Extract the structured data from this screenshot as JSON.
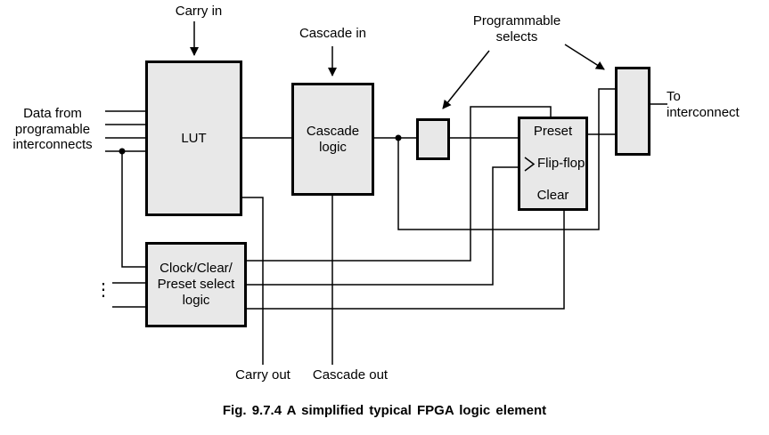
{
  "caption": "Fig. 9.7.4 A simplified typical FPGA logic element",
  "blocks": {
    "lut": {
      "label": "LUT"
    },
    "cascade_logic": {
      "label": "Cascade\nlogic"
    },
    "flip_flop": {
      "preset": "Preset",
      "name": "Flip-flop",
      "clear": "Clear"
    },
    "clock_select": {
      "label": "Clock/Clear/\nPreset select\nlogic"
    }
  },
  "labels": {
    "carry_in": "Carry in",
    "cascade_in": "Cascade in",
    "programmable_selects": "Programmable\nselects",
    "data_inputs": "Data from\nprogramable\ninterconnects",
    "to_interconnect": "To\ninterconnect",
    "carry_out": "Carry out",
    "cascade_out": "Cascade out",
    "more_inputs": "⋮"
  },
  "colors": {
    "background": "#ffffff",
    "box_fill": "#e8e8e8",
    "box_border": "#000000",
    "wire": "#000000",
    "text": "#000000"
  }
}
